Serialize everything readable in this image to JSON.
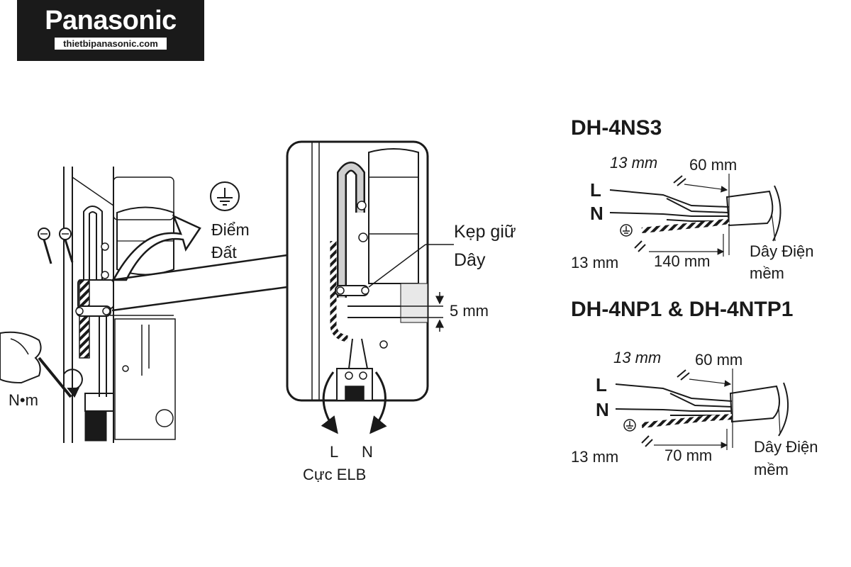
{
  "logo": {
    "brand": "Panasonic",
    "url": "thietbipanasonic.com"
  },
  "left_panel": {
    "ground_label_line1": "Điểm",
    "ground_label_line2": "Đất",
    "torque_unit": "N•m",
    "ground_icon": "ground-symbol-icon"
  },
  "center_panel": {
    "clamp_label_line1": "Kẹp giữ",
    "clamp_label_line2": "Dây",
    "gap_dimension": "5 mm",
    "terminal_l": "L",
    "terminal_n": "N",
    "terminal_caption": "Cực ELB"
  },
  "model_a": {
    "title": "DH-4NS3",
    "strip_length": "13 mm",
    "jacket_length": "60 mm",
    "live_label": "L",
    "neutral_label": "N",
    "earth_strip_length": "13 mm",
    "earth_length": "140 mm",
    "cable_label_line1": "Dây Điện",
    "cable_label_line2": "mềm"
  },
  "model_b": {
    "title": "DH-4NP1 & DH-4NTP1",
    "strip_length": "13 mm",
    "jacket_length": "60 mm",
    "live_label": "L",
    "neutral_label": "N",
    "earth_strip_length": "13 mm",
    "earth_length": "70 mm",
    "cable_label_line1": "Dây Điện",
    "cable_label_line2": "mềm"
  },
  "colors": {
    "ink": "#1a1a1a",
    "background": "#ffffff",
    "logo_bg": "#1a1a1a"
  }
}
